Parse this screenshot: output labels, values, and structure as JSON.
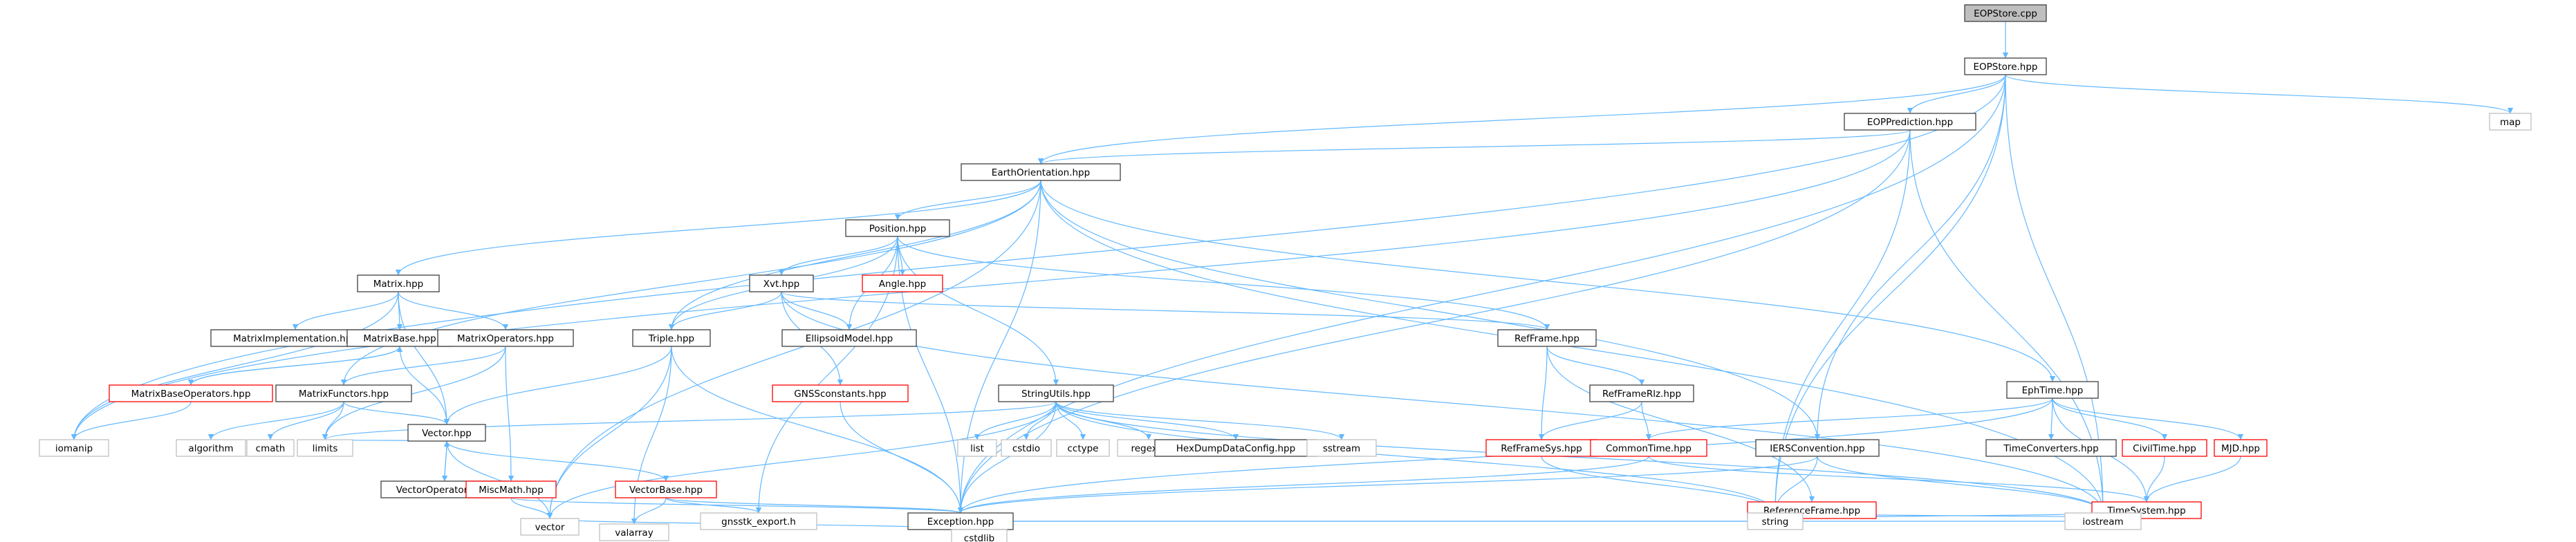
{
  "colors": {
    "root_fill": "#bfbfbf",
    "node_fill": "#ffffff",
    "node_border": "#404040",
    "red_border": "#ff0000",
    "ext_border": "#bfbfbf",
    "edge": "#63b8ff",
    "text": "#000000"
  },
  "nodes": [
    {
      "id": "eopstore_cpp",
      "label": "EOPStore.cpp",
      "kind": "root"
    },
    {
      "id": "eopstore_hpp",
      "label": "EOPStore.hpp",
      "kind": "normal"
    },
    {
      "id": "map",
      "label": "map",
      "kind": "ext"
    },
    {
      "id": "eopprediction_hpp",
      "label": "EOPPrediction.hpp",
      "kind": "normal"
    },
    {
      "id": "earthorientation_hpp",
      "label": "EarthOrientation.hpp",
      "kind": "normal"
    },
    {
      "id": "position_hpp",
      "label": "Position.hpp",
      "kind": "normal"
    },
    {
      "id": "matrix_hpp",
      "label": "Matrix.hpp",
      "kind": "normal"
    },
    {
      "id": "xvt_hpp",
      "label": "Xvt.hpp",
      "kind": "normal"
    },
    {
      "id": "angle_hpp",
      "label": "Angle.hpp",
      "kind": "red"
    },
    {
      "id": "matriximpl_hpp",
      "label": "MatrixImplementation.hpp",
      "kind": "normal"
    },
    {
      "id": "matrixbase_hpp",
      "label": "MatrixBase.hpp",
      "kind": "normal"
    },
    {
      "id": "matrixoperators_hpp",
      "label": "MatrixOperators.hpp",
      "kind": "normal"
    },
    {
      "id": "triple_hpp",
      "label": "Triple.hpp",
      "kind": "normal"
    },
    {
      "id": "ellipsoidmodel_hpp",
      "label": "EllipsoidModel.hpp",
      "kind": "normal"
    },
    {
      "id": "refframe_hpp",
      "label": "RefFrame.hpp",
      "kind": "normal"
    },
    {
      "id": "ephtime_hpp",
      "label": "EphTime.hpp",
      "kind": "normal"
    },
    {
      "id": "matrixbaseops_hpp",
      "label": "MatrixBaseOperators.hpp",
      "kind": "red"
    },
    {
      "id": "matrixfunctors_hpp",
      "label": "MatrixFunctors.hpp",
      "kind": "normal"
    },
    {
      "id": "gnssconstants_hpp",
      "label": "GNSSconstants.hpp",
      "kind": "red"
    },
    {
      "id": "stringutils_hpp",
      "label": "StringUtils.hpp",
      "kind": "normal"
    },
    {
      "id": "refframerlz_hpp",
      "label": "RefFrameRlz.hpp",
      "kind": "normal"
    },
    {
      "id": "vector_hpp",
      "label": "Vector.hpp",
      "kind": "normal"
    },
    {
      "id": "iomanip",
      "label": "iomanip",
      "kind": "ext"
    },
    {
      "id": "algorithm",
      "label": "algorithm",
      "kind": "ext"
    },
    {
      "id": "cmath",
      "label": "cmath",
      "kind": "ext"
    },
    {
      "id": "limits",
      "label": "limits",
      "kind": "ext"
    },
    {
      "id": "vectoroperators_hpp",
      "label": "VectorOperators.hpp",
      "kind": "normal"
    },
    {
      "id": "miscmath_hpp",
      "label": "MiscMath.hpp",
      "kind": "red"
    },
    {
      "id": "vectorbase_hpp",
      "label": "VectorBase.hpp",
      "kind": "red"
    },
    {
      "id": "list",
      "label": "list",
      "kind": "ext"
    },
    {
      "id": "cstdio",
      "label": "cstdio",
      "kind": "ext"
    },
    {
      "id": "cctype",
      "label": "cctype",
      "kind": "ext"
    },
    {
      "id": "regex_h",
      "label": "regex.h",
      "kind": "ext"
    },
    {
      "id": "hexdump_hpp",
      "label": "HexDumpDataConfig.hpp",
      "kind": "normal"
    },
    {
      "id": "sstream",
      "label": "sstream",
      "kind": "ext"
    },
    {
      "id": "refframesys_hpp",
      "label": "RefFrameSys.hpp",
      "kind": "red"
    },
    {
      "id": "commontime_hpp",
      "label": "CommonTime.hpp",
      "kind": "red"
    },
    {
      "id": "iersconvention_hpp",
      "label": "IERSConvention.hpp",
      "kind": "normal"
    },
    {
      "id": "timeconverters_hpp",
      "label": "TimeConverters.hpp",
      "kind": "normal"
    },
    {
      "id": "civiltime_hpp",
      "label": "CivilTime.hpp",
      "kind": "red"
    },
    {
      "id": "mjd_hpp",
      "label": "MJD.hpp",
      "kind": "red"
    },
    {
      "id": "valarray",
      "label": "valarray",
      "kind": "ext"
    },
    {
      "id": "gnsstk_export_h",
      "label": "gnsstk_export.h",
      "kind": "ext"
    },
    {
      "id": "exception_hpp",
      "label": "Exception.hpp",
      "kind": "normal"
    },
    {
      "id": "referenceframe_hpp",
      "label": "ReferenceFrame.hpp",
      "kind": "red"
    },
    {
      "id": "timesystem_hpp",
      "label": "TimeSystem.hpp",
      "kind": "red"
    },
    {
      "id": "vector",
      "label": "vector",
      "kind": "ext"
    },
    {
      "id": "cstdlib",
      "label": "cstdlib",
      "kind": "ext"
    },
    {
      "id": "string",
      "label": "string",
      "kind": "ext"
    },
    {
      "id": "iostream",
      "label": "iostream",
      "kind": "ext"
    }
  ],
  "edges": [
    [
      "eopstore_cpp",
      "eopstore_hpp"
    ],
    [
      "eopstore_hpp",
      "map"
    ],
    [
      "eopstore_hpp",
      "eopprediction_hpp"
    ],
    [
      "eopstore_hpp",
      "earthorientation_hpp"
    ],
    [
      "eopstore_hpp",
      "iomanip"
    ],
    [
      "eopstore_hpp",
      "iersconvention_hpp"
    ],
    [
      "eopstore_hpp",
      "exception_hpp"
    ],
    [
      "eopstore_hpp",
      "string"
    ],
    [
      "eopstore_hpp",
      "iostream"
    ],
    [
      "eopprediction_hpp",
      "earthorientation_hpp"
    ],
    [
      "eopprediction_hpp",
      "iomanip"
    ],
    [
      "eopprediction_hpp",
      "exception_hpp"
    ],
    [
      "eopprediction_hpp",
      "string"
    ],
    [
      "eopprediction_hpp",
      "iostream"
    ],
    [
      "earthorientation_hpp",
      "position_hpp"
    ],
    [
      "earthorientation_hpp",
      "matrix_hpp"
    ],
    [
      "earthorientation_hpp",
      "triple_hpp"
    ],
    [
      "earthorientation_hpp",
      "ephtime_hpp"
    ],
    [
      "earthorientation_hpp",
      "iersconvention_hpp"
    ],
    [
      "earthorientation_hpp",
      "exception_hpp"
    ],
    [
      "earthorientation_hpp",
      "vector"
    ],
    [
      "earthorientation_hpp",
      "iostream"
    ],
    [
      "earthorientation_hpp",
      "matrixfunctors_hpp"
    ],
    [
      "position_hpp",
      "xvt_hpp"
    ],
    [
      "position_hpp",
      "angle_hpp"
    ],
    [
      "position_hpp",
      "triple_hpp"
    ],
    [
      "position_hpp",
      "ellipsoidmodel_hpp"
    ],
    [
      "position_hpp",
      "refframe_hpp"
    ],
    [
      "position_hpp",
      "stringutils_hpp"
    ],
    [
      "position_hpp",
      "exception_hpp"
    ],
    [
      "position_hpp",
      "gnsstk_export_h"
    ],
    [
      "matrix_hpp",
      "matriximpl_hpp"
    ],
    [
      "matrix_hpp",
      "matrixbase_hpp"
    ],
    [
      "matrix_hpp",
      "matrixoperators_hpp"
    ],
    [
      "matrix_hpp",
      "vector_hpp"
    ],
    [
      "matrix_hpp",
      "iomanip"
    ],
    [
      "xvt_hpp",
      "triple_hpp"
    ],
    [
      "xvt_hpp",
      "ellipsoidmodel_hpp"
    ],
    [
      "xvt_hpp",
      "refframe_hpp"
    ],
    [
      "xvt_hpp",
      "gnssconstants_hpp"
    ],
    [
      "xvt_hpp",
      "iostream"
    ],
    [
      "matrixbase_hpp",
      "matrixbaseops_hpp"
    ],
    [
      "matrixbase_hpp",
      "vector_hpp"
    ],
    [
      "matrixoperators_hpp",
      "matrixfunctors_hpp"
    ],
    [
      "matrixoperators_hpp",
      "miscmath_hpp"
    ],
    [
      "matrixoperators_hpp",
      "limits"
    ],
    [
      "triple_hpp",
      "vector_hpp"
    ],
    [
      "triple_hpp",
      "valarray"
    ],
    [
      "triple_hpp",
      "exception_hpp"
    ],
    [
      "triple_hpp",
      "vector"
    ],
    [
      "refframe_hpp",
      "refframerlz_hpp"
    ],
    [
      "refframe_hpp",
      "refframesys_hpp"
    ],
    [
      "refframe_hpp",
      "referenceframe_hpp"
    ],
    [
      "ephtime_hpp",
      "commontime_hpp"
    ],
    [
      "ephtime_hpp",
      "timeconverters_hpp"
    ],
    [
      "ephtime_hpp",
      "civiltime_hpp"
    ],
    [
      "ephtime_hpp",
      "mjd_hpp"
    ],
    [
      "ephtime_hpp",
      "timesystem_hpp"
    ],
    [
      "ephtime_hpp",
      "exception_hpp"
    ],
    [
      "matrixbaseops_hpp",
      "matrixbase_hpp"
    ],
    [
      "matrixbaseops_hpp",
      "iomanip"
    ],
    [
      "matrixfunctors_hpp",
      "algorithm"
    ],
    [
      "matrixfunctors_hpp",
      "cmath"
    ],
    [
      "matrixfunctors_hpp",
      "limits"
    ],
    [
      "matrixfunctors_hpp",
      "vector_hpp"
    ],
    [
      "gnssconstants_hpp",
      "exception_hpp"
    ],
    [
      "stringutils_hpp",
      "list"
    ],
    [
      "stringutils_hpp",
      "cstdio"
    ],
    [
      "stringutils_hpp",
      "cctype"
    ],
    [
      "stringutils_hpp",
      "regex_h"
    ],
    [
      "stringutils_hpp",
      "hexdump_hpp"
    ],
    [
      "stringutils_hpp",
      "sstream"
    ],
    [
      "stringutils_hpp",
      "exception_hpp"
    ],
    [
      "stringutils_hpp",
      "string"
    ],
    [
      "stringutils_hpp",
      "vector"
    ],
    [
      "stringutils_hpp",
      "iostream"
    ],
    [
      "stringutils_hpp",
      "limits"
    ],
    [
      "refframerlz_hpp",
      "refframesys_hpp"
    ],
    [
      "refframerlz_hpp",
      "commontime_hpp"
    ],
    [
      "vector_hpp",
      "vectoroperators_hpp"
    ],
    [
      "vector_hpp",
      "vectorbase_hpp"
    ],
    [
      "vector_hpp",
      "limits"
    ],
    [
      "vector_hpp",
      "vector"
    ],
    [
      "vectoroperators_hpp",
      "vector_hpp"
    ],
    [
      "miscmath_hpp",
      "exception_hpp"
    ],
    [
      "miscmath_hpp",
      "vector"
    ],
    [
      "vectorbase_hpp",
      "valarray"
    ],
    [
      "vectorbase_hpp",
      "gnsstk_export_h"
    ],
    [
      "vectorbase_hpp",
      "exception_hpp"
    ],
    [
      "refframesys_hpp",
      "string"
    ],
    [
      "commontime_hpp",
      "exception_hpp"
    ],
    [
      "commontime_hpp",
      "timesystem_hpp"
    ],
    [
      "iersconvention_hpp",
      "exception_hpp"
    ],
    [
      "iersconvention_hpp",
      "string"
    ],
    [
      "iersconvention_hpp",
      "iostream"
    ],
    [
      "civiltime_hpp",
      "timesystem_hpp"
    ],
    [
      "mjd_hpp",
      "timesystem_hpp"
    ],
    [
      "exception_hpp",
      "vector"
    ],
    [
      "exception_hpp",
      "cstdlib"
    ],
    [
      "exception_hpp",
      "string"
    ],
    [
      "exception_hpp",
      "iostream"
    ],
    [
      "referenceframe_hpp",
      "string"
    ],
    [
      "referenceframe_hpp",
      "iostream"
    ],
    [
      "timesystem_hpp",
      "string"
    ],
    [
      "timesystem_hpp",
      "iostream"
    ]
  ]
}
